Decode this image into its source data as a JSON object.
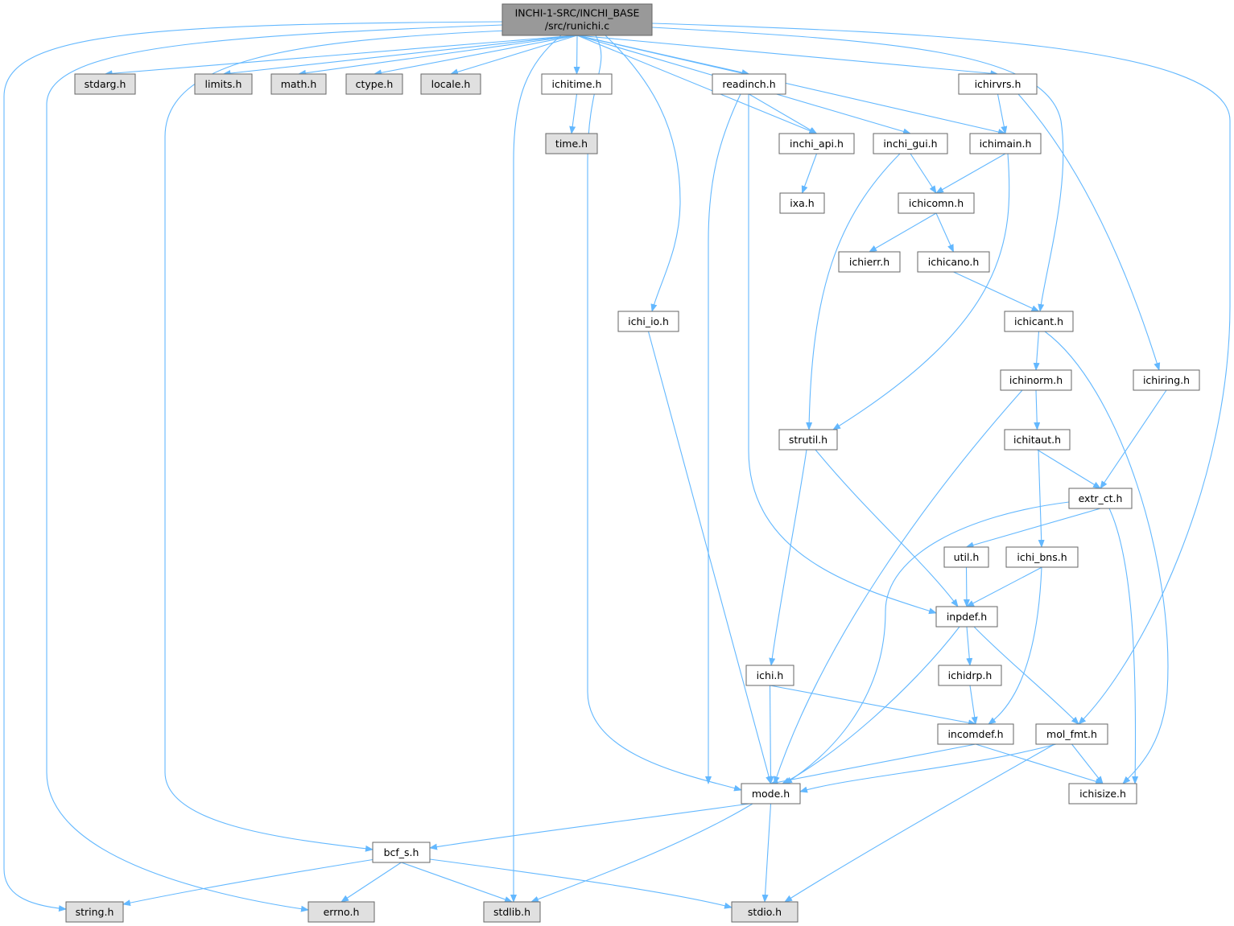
{
  "graph": {
    "colors": {
      "root_fill": "#999999",
      "system_fill": "#e0e0e0",
      "local_fill": "#ffffff",
      "border": "#666666",
      "edge": "#63b8ff"
    },
    "nodes": [
      {
        "id": "runichi",
        "kind": "root",
        "lines": [
          "INCHI-1-SRC/INCHI_BASE",
          "/src/runichi.c"
        ]
      },
      {
        "id": "stdarg",
        "kind": "system",
        "label": "stdarg.h"
      },
      {
        "id": "limits",
        "kind": "system",
        "label": "limits.h"
      },
      {
        "id": "math",
        "kind": "system",
        "label": "math.h"
      },
      {
        "id": "ctype",
        "kind": "system",
        "label": "ctype.h"
      },
      {
        "id": "locale",
        "kind": "system",
        "label": "locale.h"
      },
      {
        "id": "ichitime",
        "kind": "local",
        "label": "ichitime.h"
      },
      {
        "id": "readinch",
        "kind": "local",
        "label": "readinch.h"
      },
      {
        "id": "ichirvrs",
        "kind": "local",
        "label": "ichirvrs.h"
      },
      {
        "id": "time",
        "kind": "system",
        "label": "time.h"
      },
      {
        "id": "inchi_api",
        "kind": "local",
        "label": "inchi_api.h"
      },
      {
        "id": "inchi_gui",
        "kind": "local",
        "label": "inchi_gui.h"
      },
      {
        "id": "ichimain",
        "kind": "local",
        "label": "ichimain.h"
      },
      {
        "id": "ixa",
        "kind": "local",
        "label": "ixa.h"
      },
      {
        "id": "ichicomn",
        "kind": "local",
        "label": "ichicomn.h"
      },
      {
        "id": "ichierr",
        "kind": "local",
        "label": "ichierr.h"
      },
      {
        "id": "ichicano",
        "kind": "local",
        "label": "ichicano.h"
      },
      {
        "id": "ichi_io",
        "kind": "local",
        "label": "ichi_io.h"
      },
      {
        "id": "ichicant",
        "kind": "local",
        "label": "ichicant.h"
      },
      {
        "id": "ichinorm",
        "kind": "local",
        "label": "ichinorm.h"
      },
      {
        "id": "ichiring",
        "kind": "local",
        "label": "ichiring.h"
      },
      {
        "id": "strutil",
        "kind": "local",
        "label": "strutil.h"
      },
      {
        "id": "ichitaut",
        "kind": "local",
        "label": "ichitaut.h"
      },
      {
        "id": "extr_ct",
        "kind": "local",
        "label": "extr_ct.h"
      },
      {
        "id": "util",
        "kind": "local",
        "label": "util.h"
      },
      {
        "id": "ichi_bns",
        "kind": "local",
        "label": "ichi_bns.h"
      },
      {
        "id": "inpdef",
        "kind": "local",
        "label": "inpdef.h"
      },
      {
        "id": "ichi",
        "kind": "local",
        "label": "ichi.h"
      },
      {
        "id": "ichidrp",
        "kind": "local",
        "label": "ichidrp.h"
      },
      {
        "id": "incomdef",
        "kind": "local",
        "label": "incomdef.h"
      },
      {
        "id": "mol_fmt",
        "kind": "local",
        "label": "mol_fmt.h"
      },
      {
        "id": "mode",
        "kind": "local",
        "label": "mode.h"
      },
      {
        "id": "ichisize",
        "kind": "local",
        "label": "ichisize.h"
      },
      {
        "id": "bcf_s",
        "kind": "local",
        "label": "bcf_s.h"
      },
      {
        "id": "string",
        "kind": "system",
        "label": "string.h"
      },
      {
        "id": "errno",
        "kind": "system",
        "label": "errno.h"
      },
      {
        "id": "stdlib",
        "kind": "system",
        "label": "stdlib.h"
      },
      {
        "id": "stdio",
        "kind": "system",
        "label": "stdio.h"
      }
    ],
    "edges": [
      [
        "runichi",
        "stdarg"
      ],
      [
        "runichi",
        "limits"
      ],
      [
        "runichi",
        "math"
      ],
      [
        "runichi",
        "ctype"
      ],
      [
        "runichi",
        "locale"
      ],
      [
        "runichi",
        "ichitime"
      ],
      [
        "runichi",
        "readinch"
      ],
      [
        "runichi",
        "ichirvrs"
      ],
      [
        "runichi",
        "inchi_api"
      ],
      [
        "runichi",
        "inchi_gui"
      ],
      [
        "runichi",
        "ichimain"
      ],
      [
        "runichi",
        "ichi_io"
      ],
      [
        "runichi",
        "ichicant"
      ],
      [
        "runichi",
        "mol_fmt"
      ],
      [
        "runichi",
        "mode"
      ],
      [
        "runichi",
        "bcf_s"
      ],
      [
        "runichi",
        "string"
      ],
      [
        "runichi",
        "errno"
      ],
      [
        "runichi",
        "stdlib"
      ],
      [
        "ichitime",
        "time"
      ],
      [
        "readinch",
        "inchi_api"
      ],
      [
        "readinch",
        "mode"
      ],
      [
        "readinch",
        "inpdef"
      ],
      [
        "ichirvrs",
        "ichimain"
      ],
      [
        "ichirvrs",
        "ichiring"
      ],
      [
        "inchi_api",
        "ixa"
      ],
      [
        "inchi_gui",
        "ichicomn"
      ],
      [
        "inchi_gui",
        "strutil"
      ],
      [
        "ichimain",
        "ichicomn"
      ],
      [
        "ichimain",
        "strutil"
      ],
      [
        "ichicomn",
        "ichierr"
      ],
      [
        "ichicomn",
        "ichicano"
      ],
      [
        "ichicano",
        "ichicant"
      ],
      [
        "ichi_io",
        "mode"
      ],
      [
        "ichicant",
        "ichinorm"
      ],
      [
        "ichicant",
        "ichisize"
      ],
      [
        "ichinorm",
        "ichitaut"
      ],
      [
        "ichinorm",
        "mode"
      ],
      [
        "ichiring",
        "extr_ct"
      ],
      [
        "strutil",
        "ichi"
      ],
      [
        "strutil",
        "inpdef"
      ],
      [
        "ichitaut",
        "extr_ct"
      ],
      [
        "ichitaut",
        "ichi_bns"
      ],
      [
        "extr_ct",
        "util"
      ],
      [
        "extr_ct",
        "mode"
      ],
      [
        "extr_ct",
        "ichisize"
      ],
      [
        "util",
        "inpdef"
      ],
      [
        "ichi_bns",
        "inpdef"
      ],
      [
        "ichi_bns",
        "incomdef"
      ],
      [
        "inpdef",
        "ichidrp"
      ],
      [
        "inpdef",
        "mol_fmt"
      ],
      [
        "inpdef",
        "mode"
      ],
      [
        "ichi",
        "mode"
      ],
      [
        "ichi",
        "incomdef"
      ],
      [
        "ichidrp",
        "incomdef"
      ],
      [
        "incomdef",
        "mode"
      ],
      [
        "incomdef",
        "ichisize"
      ],
      [
        "mol_fmt",
        "mode"
      ],
      [
        "mol_fmt",
        "ichisize"
      ],
      [
        "mol_fmt",
        "stdio"
      ],
      [
        "mode",
        "bcf_s"
      ],
      [
        "mode",
        "stdlib"
      ],
      [
        "mode",
        "stdio"
      ],
      [
        "bcf_s",
        "string"
      ],
      [
        "bcf_s",
        "errno"
      ],
      [
        "bcf_s",
        "stdlib"
      ],
      [
        "bcf_s",
        "stdio"
      ]
    ]
  }
}
